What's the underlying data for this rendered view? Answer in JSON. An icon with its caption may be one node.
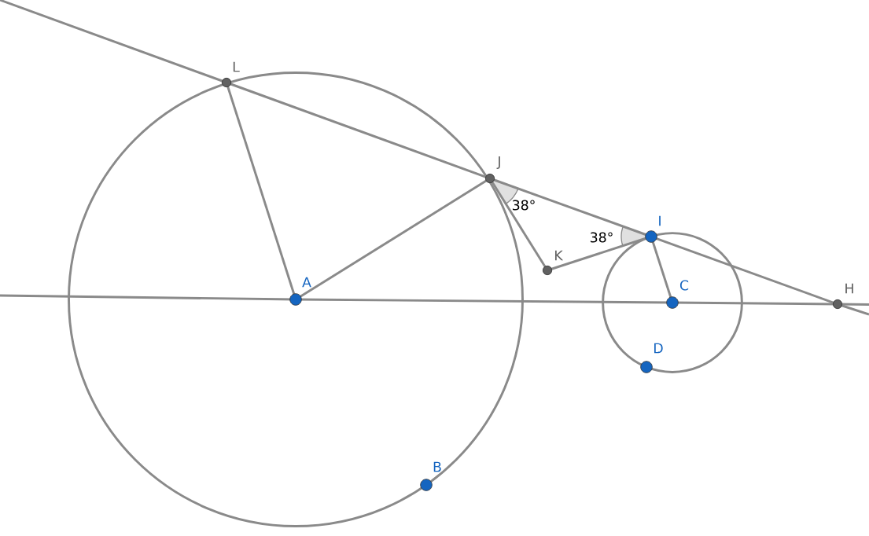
{
  "diagram": {
    "nodes": [
      {
        "text": [
          "L"
        ]
      },
      {
        "text": [
          "J"
        ]
      },
      {
        "text": [
          "I"
        ]
      },
      {
        "text": [
          "K"
        ]
      },
      {
        "text": [
          "A"
        ]
      },
      {
        "text": [
          "C"
        ]
      },
      {
        "text": [
          "H"
        ]
      },
      {
        "text": [
          "D"
        ]
      },
      {
        "text": [
          "B"
        ]
      }
    ],
    "edges": [
      {
        "from": 0,
        "to": 1,
        "arrow": "none"
      },
      {
        "from": 1,
        "to": 2,
        "arrow": "none"
      },
      {
        "from": 2,
        "to": 6,
        "arrow": "none"
      },
      {
        "from": 4,
        "to": 5,
        "arrow": "none"
      },
      {
        "from": 5,
        "to": 6,
        "arrow": "none"
      },
      {
        "from": 0,
        "to": 4,
        "arrow": "none"
      },
      {
        "from": 4,
        "to": 1,
        "arrow": "none"
      },
      {
        "from": 1,
        "to": 3,
        "arrow": "none"
      },
      {
        "from": 3,
        "to": 2,
        "arrow": "none"
      },
      {
        "from": 2,
        "to": 5,
        "arrow": "none"
      }
    ],
    "labels": [
      "38°",
      "38°"
    ]
  }
}
